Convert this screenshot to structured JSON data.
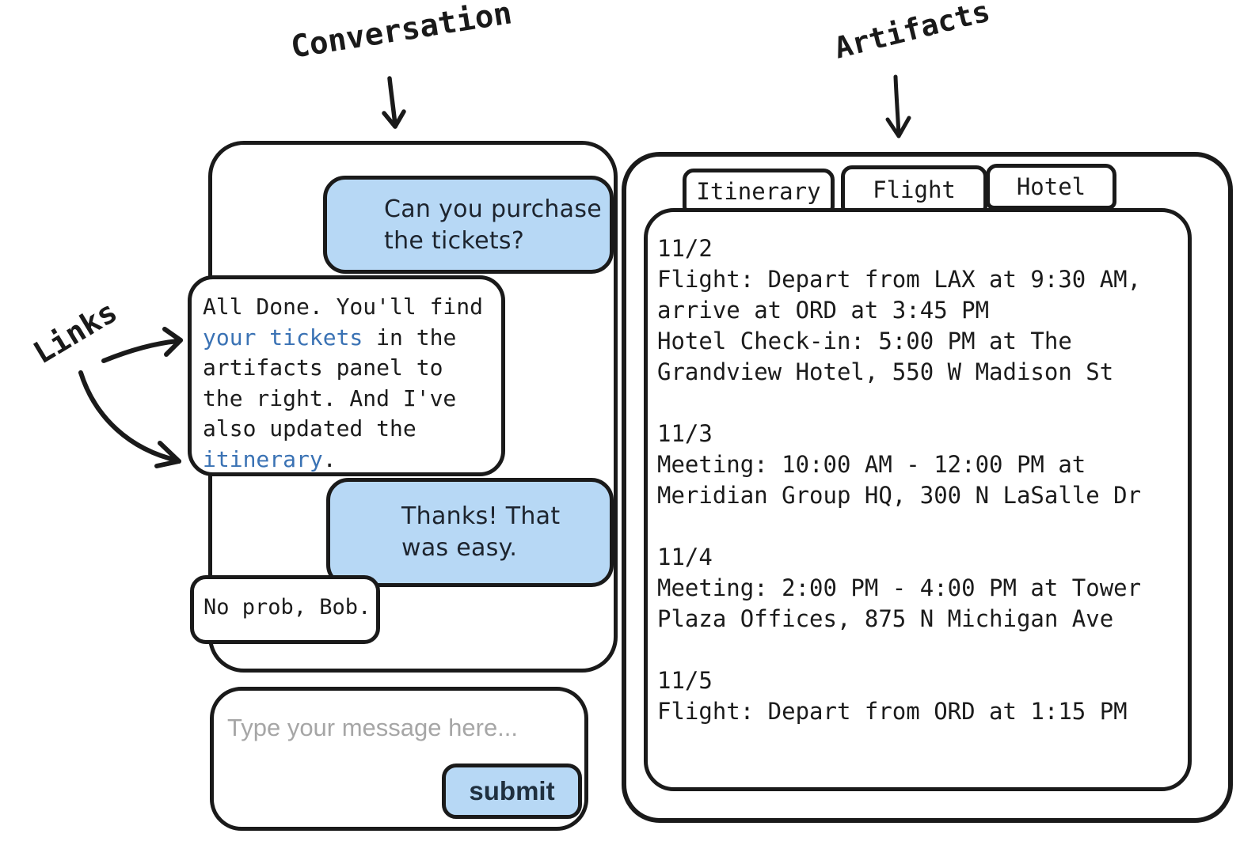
{
  "labels": {
    "conversation": "Conversation",
    "artifacts": "Artifacts",
    "links": "Links"
  },
  "conversation": {
    "messages": [
      {
        "role": "user",
        "text": "Can you purchase\nthe tickets?"
      },
      {
        "role": "assistant",
        "segments": [
          {
            "text": "All Done. You'll find "
          },
          {
            "text": "your tickets",
            "link": true
          },
          {
            "text": " in the artifacts panel to the right. And I've also updated the "
          },
          {
            "text": "itinerary",
            "link": true
          },
          {
            "text": "."
          }
        ]
      },
      {
        "role": "user",
        "text": "Thanks! That\nwas easy."
      },
      {
        "role": "assistant",
        "text": "No prob, Bob."
      }
    ],
    "input": {
      "placeholder": "Type your message here...",
      "submit_label": "submit"
    }
  },
  "artifacts": {
    "tabs": [
      {
        "label": "Itinerary",
        "active": true
      },
      {
        "label": "Flight",
        "active": false
      },
      {
        "label": "Hotel",
        "active": false
      }
    ],
    "itinerary": {
      "entries": [
        {
          "date": "11/2",
          "text": "Flight: Depart from LAX at 9:30 AM,\narrive at ORD at 3:45 PM\nHotel Check-in: 5:00 PM at The\nGrandview Hotel, 550 W Madison St"
        },
        {
          "date": "11/3",
          "text": "Meeting: 10:00 AM - 12:00 PM at\nMeridian Group HQ, 300 N LaSalle Dr"
        },
        {
          "date": "11/4",
          "text": "Meeting: 2:00 PM - 4:00 PM at Tower\nPlaza Offices, 875 N Michigan Ave"
        },
        {
          "date": "11/5",
          "text": "Flight: Depart from ORD at 1:15 PM"
        }
      ]
    }
  },
  "colors": {
    "ink": "#1a1a1a",
    "bubble_blue": "#b7d8f5",
    "link_blue": "#3a72b4",
    "placeholder_gray": "#a6a6a6"
  }
}
